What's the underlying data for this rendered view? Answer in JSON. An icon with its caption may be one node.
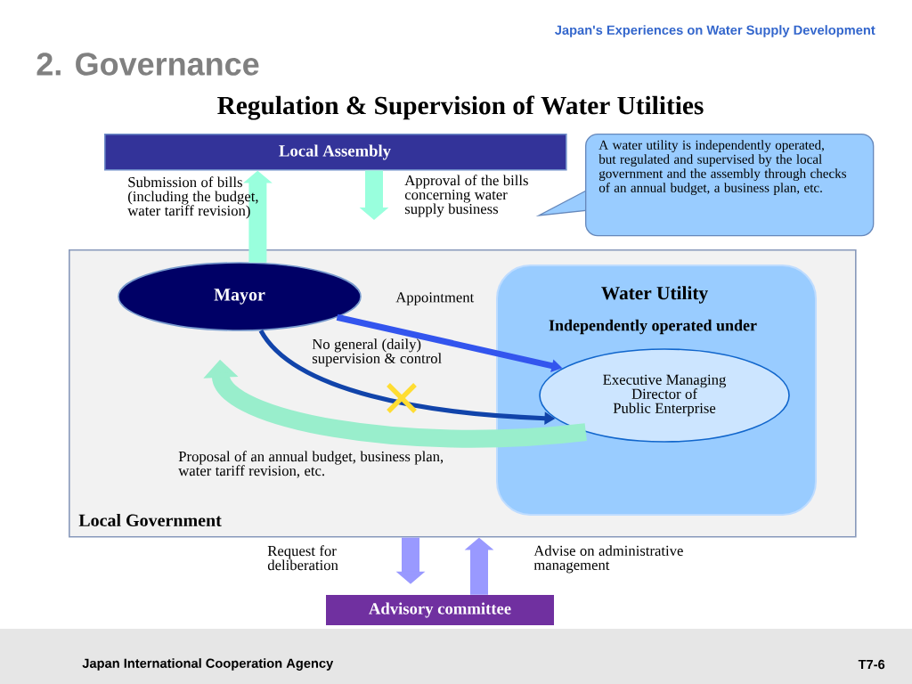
{
  "diagram": {
    "title": "Regulation & Supervision of Water Utilities",
    "nodes": [
      {
        "text": [
          "Local Assembly"
        ]
      },
      {
        "text": [
          "A water utility is independently operated, but regulated and supervised by the local government and the assembly through checks of an annual  budget, a business plan, etc."
        ]
      },
      {
        "text": [
          "Local Government"
        ]
      },
      {
        "text": [
          "Mayor"
        ],
        "in": 2
      },
      {
        "text": [
          "Water Utility",
          "Independently operated under"
        ],
        "in": 2
      },
      {
        "text": [
          "Executive Managing Director of Public Enterprise"
        ],
        "in": 4
      },
      {
        "text": [
          "Advisory committee"
        ]
      }
    ],
    "edges": [
      {
        "from": 3,
        "to": 0,
        "arrow": "to",
        "label": "Submission of bills (including the budget, water tariff revision)",
        "color": "#99ffdd"
      },
      {
        "from": 0,
        "to": 2,
        "arrow": "to",
        "label": "Approval of the bills concerning water supply business",
        "color": "#99ffdd"
      },
      {
        "from": 3,
        "to": 5,
        "arrow": "to",
        "label": "Appointment",
        "color": "#3355ee"
      },
      {
        "from": 3,
        "to": 5,
        "arrow": "to",
        "label": "No general (daily) supervision & control",
        "color": "#1144aa"
      },
      {
        "from": 5,
        "to": 3,
        "arrow": "to",
        "label": "Proposal of an annual budget, business plan, water tariff revision, etc.",
        "color": "#99eecc"
      },
      {
        "from": 2,
        "to": 6,
        "arrow": "to",
        "label": "Request for deliberation",
        "color": "#9999ff"
      },
      {
        "from": 6,
        "to": 2,
        "arrow": "to",
        "label": "Advise on administrative management",
        "color": "#9999ff"
      }
    ],
    "labels": [
      "Japan's Experiences on Water Supply Development",
      "2. Governance",
      "Japan International Cooperation Agency",
      "T7-6"
    ]
  }
}
